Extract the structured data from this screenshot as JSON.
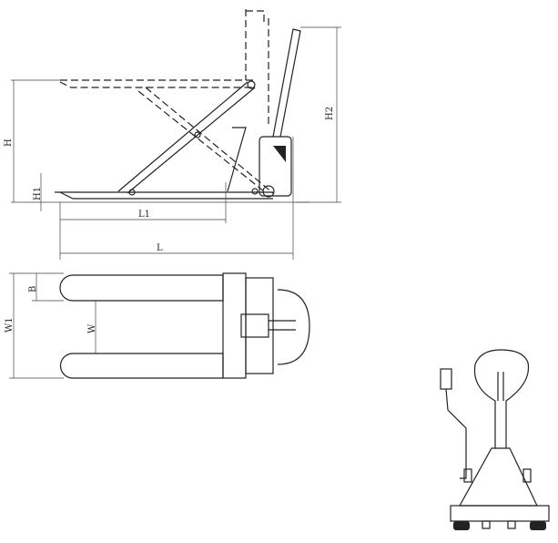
{
  "dimensions": {
    "H": "H",
    "H1": "H1",
    "H2": "H2",
    "L": "L",
    "L1": "L1",
    "W1": "W1",
    "W": "W",
    "B": "B"
  }
}
